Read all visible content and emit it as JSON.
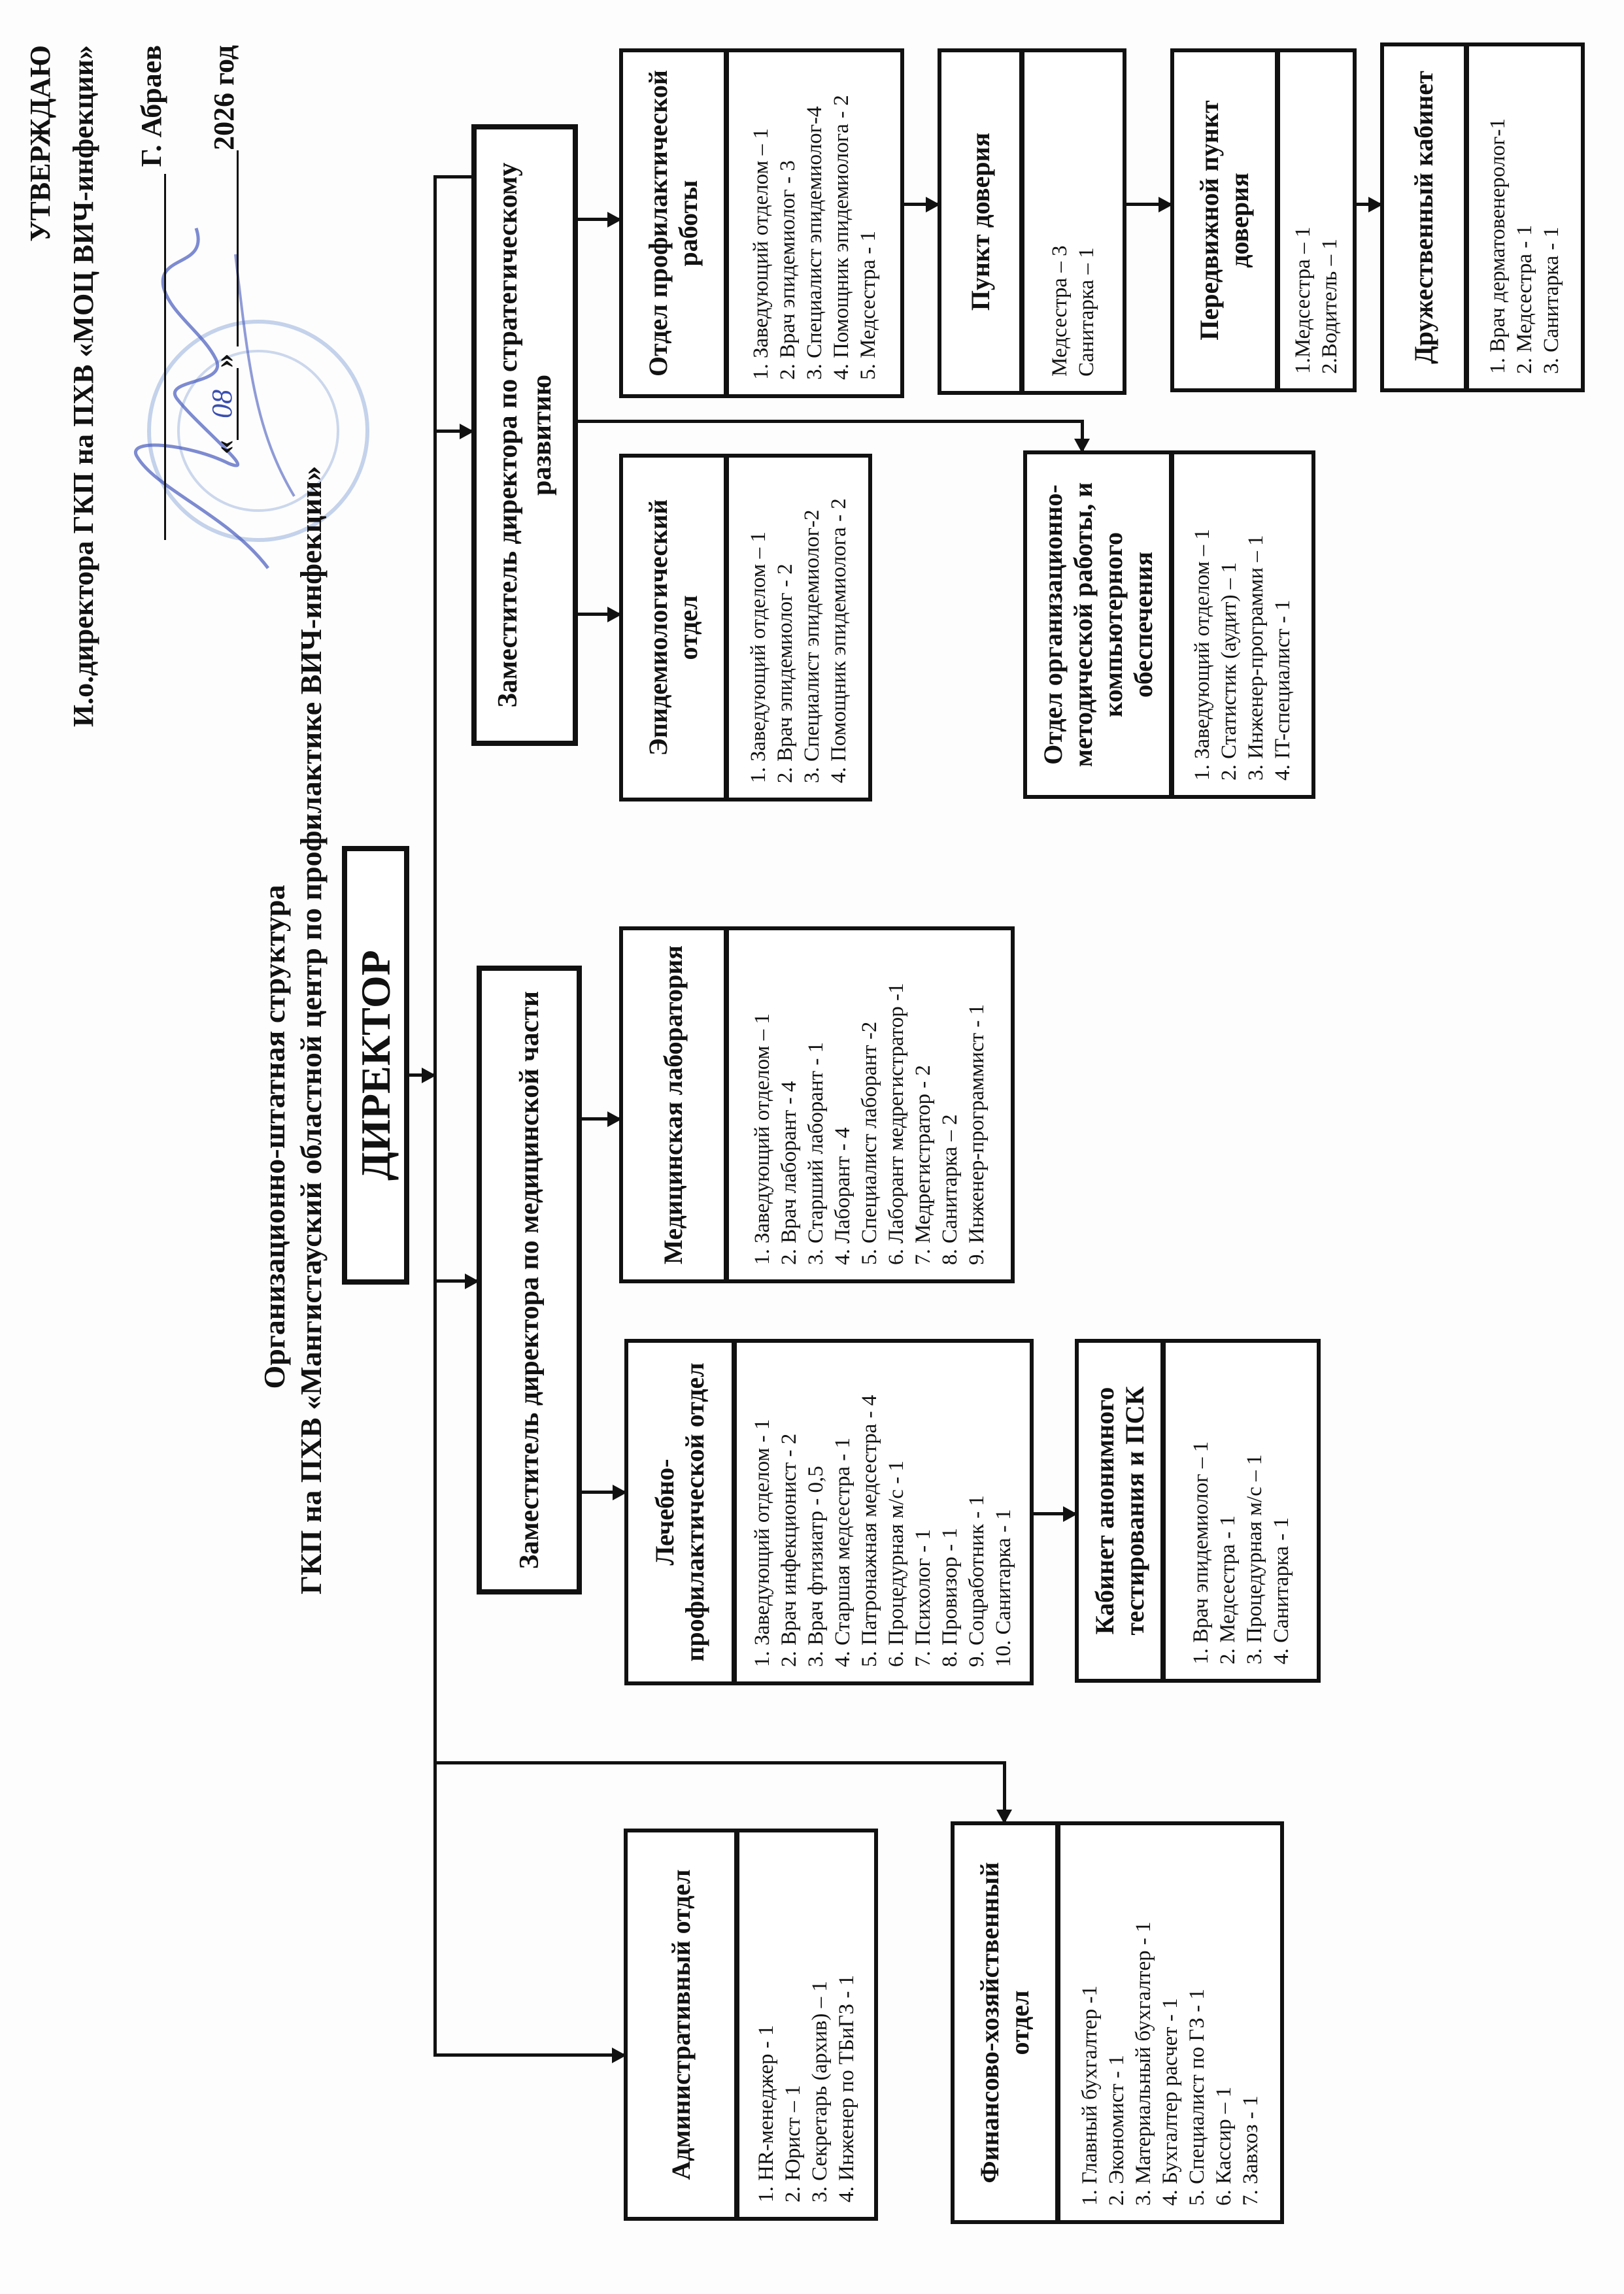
{
  "approval": {
    "heading": "УТВЕРЖДАЮ",
    "position": "И.о.директора ГКП на ПХВ «МОЦ ВИЧ-инфекции»",
    "signer": "Г. Абраев",
    "date_open": "«",
    "date_day": "08",
    "date_close": "»",
    "date_year": "2026 год"
  },
  "title": {
    "line1": "Организационно-штатная структура",
    "line2": "ГКП на ПХВ «Мангистауский областной центр по профилактике ВИЧ-инфекции»"
  },
  "director": "ДИРЕКТОР",
  "deputies": {
    "strategic": "Заместитель директора по стратегическому развитию",
    "medical": "Заместитель директора по медицинской части"
  },
  "departments": {
    "prof": {
      "header": "Отдел профилактической работы",
      "items": [
        "1. Заведующий отделом – 1",
        "2. Врач эпидемиолог - 3",
        "3. Специалист эпидемиолог-4",
        "4. Помощник эпидемиолога - 2",
        "5. Медсестра - 1"
      ]
    },
    "punkt": {
      "header": "Пункт доверия",
      "items": [
        "Медсестра – 3",
        "Санитарка – 1"
      ]
    },
    "mobile": {
      "header": "Передвижной пункт доверия",
      "items": [
        "1.Медсестра – 1",
        "2.Водитель – 1"
      ]
    },
    "friendly": {
      "header": "Дружественный кабинет",
      "items": [
        "1. Врач дерматовенеролог-1",
        "2. Медсестра - 1",
        "3. Санитарка - 1"
      ]
    },
    "epid": {
      "header": "Эпидемиологический отдел",
      "items": [
        "1. Заведующий отделом – 1",
        "2. Врач эпидемиолог - 2",
        "3. Специалист эпидемиолог-2",
        "4. Помощник эпидемиолога - 2"
      ]
    },
    "orgmethod": {
      "header": "Отдел организационно-методической работы, и компьютерного обеспечения",
      "items": [
        "1. Заведующий отделом – 1",
        "2. Статистик (аудит) – 1",
        "3. Инженер-программи – 1",
        "4. IT-специалист - 1"
      ]
    },
    "lab": {
      "header": "Медицинская лаборатория",
      "items": [
        "1. Заведующий отделом – 1",
        "2. Врач лаборант - 4",
        "3. Старший лаборант - 1",
        "4. Лаборант - 4",
        "5. Специалист лаборант -2",
        "6. Лаборант медрегистратор -1",
        "7. Медрегистратор - 2",
        "8. Санитарка – 2",
        "9. Инженер-программист - 1"
      ]
    },
    "treatment": {
      "header": "Лечебно-профилактической отдел",
      "items": [
        "1. Заведующий отделом - 1",
        "2. Врач инфекционист - 2",
        "3. Врач фтизиатр - 0,5",
        "4. Старшая медсестра - 1",
        "5. Патронажная медсестра - 4",
        "6. Процедурная м/с - 1",
        "7. Психолог - 1",
        "8. Провизор - 1",
        "9. Соцработник - 1",
        "10. Санитарка - 1"
      ]
    },
    "anon": {
      "header": "Кабинет анонимного тестирования и ПСК",
      "items": [
        "1. Врач эпидемиолог – 1",
        "2. Медсестра - 1",
        "3. Процедурная м/с – 1",
        "4. Санитарка - 1"
      ]
    },
    "admin": {
      "header": "Административный отдел",
      "items": [
        "1. HR-менеджер - 1",
        "2. Юрист – 1",
        "3. Секретарь (архив) – 1",
        "4. Инженер по ТБиГЗ - 1"
      ]
    },
    "finance": {
      "header": "Финансово-хозяйственный отдел",
      "items": [
        "1. Главный бухгалтер -1",
        "2. Экономист - 1",
        "3. Материальный бухгалтер - 1",
        "4. Бухгалтер расчет - 1",
        "5. Специалист по ГЗ - 1",
        "6. Кассир – 1",
        "7. Завхоз - 1"
      ]
    }
  }
}
